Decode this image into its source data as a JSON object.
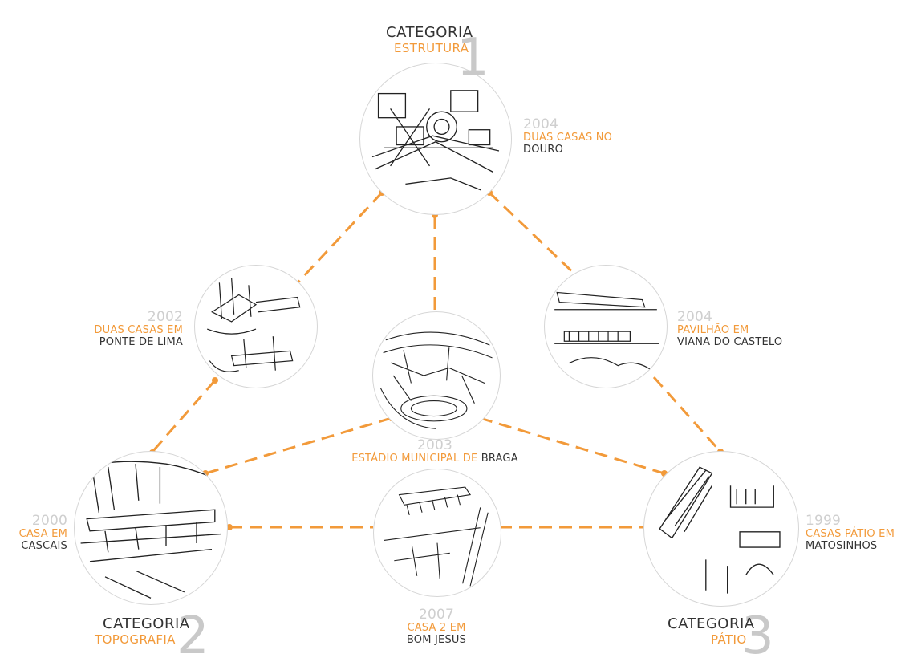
{
  "colors": {
    "accent": "#f29a3a",
    "year": "#cfcfcf",
    "text": "#333333"
  },
  "categories": [
    {
      "title": "CATEGORIA",
      "subtitle": "ESTRUTURA",
      "number": "1"
    },
    {
      "title": "CATEGORIA",
      "subtitle": "TOPOGRAFIA",
      "number": "2"
    },
    {
      "title": "CATEGORIA",
      "subtitle": "PÁTIO",
      "number": "3"
    }
  ],
  "projects": [
    {
      "year": "2004",
      "line1": "DUAS CASAS NO",
      "line2": "DOURO"
    },
    {
      "year": "2002",
      "line1": "DUAS CASAS EM",
      "line2": "PONTE DE LIMA"
    },
    {
      "year": "2004",
      "line1": "PAVILHÃO EM",
      "line2": "VIANA DO CASTELO"
    },
    {
      "year": "2003",
      "line1": "ESTÁDIO MUNICIPAL DE",
      "line2": "BRAGA"
    },
    {
      "year": "2000",
      "line1": "CASA EM",
      "line2": "CASCAIS"
    },
    {
      "year": "2007",
      "line1": "CASA 2 EM",
      "line2": "BOM JESUS"
    },
    {
      "year": "1999",
      "line1": "CASAS PÁTIO EM",
      "line2": "MATOSINHOS"
    }
  ]
}
